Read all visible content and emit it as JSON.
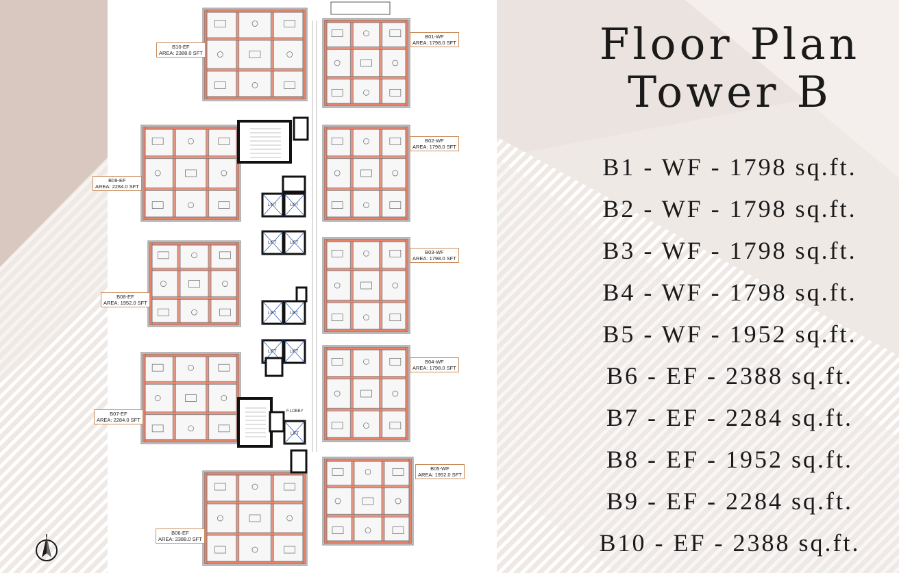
{
  "title": {
    "line1": "Floor Plan",
    "line2": "Tower B"
  },
  "area_list": [
    "B1 - WF - 1798 sq.ft.",
    "B2 - WF - 1798 sq.ft.",
    "B3 - WF - 1798 sq.ft.",
    "B4 - WF - 1798 sq.ft.",
    "B5 - WF - 1952 sq.ft.",
    "B6 - EF - 2388 sq.ft.",
    "B7 - EF - 2284 sq.ft.",
    "B8 - EF - 1952 sq.ft.",
    "B9 - EF - 2284 sq.ft.",
    "B10 - EF - 2388 sq.ft."
  ],
  "units": [
    {
      "id": "B10-EF",
      "area": "AREA: 2388.0 SFT"
    },
    {
      "id": "B01-WF",
      "area": "AREA: 1798.0 SFT"
    },
    {
      "id": "B02-WF",
      "area": "AREA: 1798.0 SFT"
    },
    {
      "id": "B09-EF",
      "area": "AREA: 2284.0 SFT"
    },
    {
      "id": "B03-WF",
      "area": "AREA: 1798.0 SFT"
    },
    {
      "id": "B08-EF",
      "area": "AREA: 1952.0 SFT"
    },
    {
      "id": "B04-WF",
      "area": "AREA: 1798.0 SFT"
    },
    {
      "id": "B07-EF",
      "area": "AREA: 2284.0 SFT"
    },
    {
      "id": "B05-WF",
      "area": "AREA: 1952.0 SFT"
    },
    {
      "id": "B06-EF",
      "area": "AREA: 2388.0 SFT"
    }
  ],
  "core": {
    "lift_label": "LIFT",
    "lobby_label": "F.LOBBY"
  },
  "colors": {
    "background": "#efe9e6",
    "accent_wall": "#e9826a",
    "label_border": "#c88a5a",
    "text": "#1a1a1a",
    "stripe": "#ffffff",
    "beige_band": "#d9c8c0"
  }
}
